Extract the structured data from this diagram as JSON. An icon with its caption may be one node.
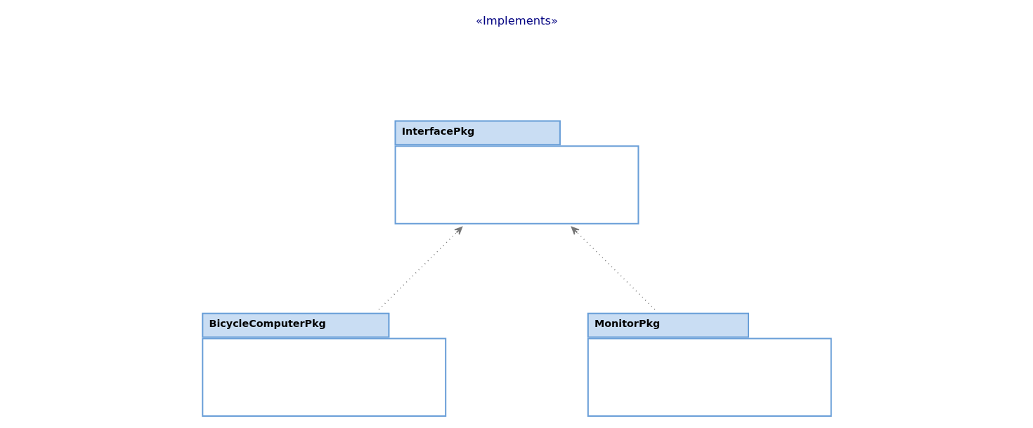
{
  "diagram": {
    "nodes": [
      {
        "text": [
          "InterfacePkg"
        ]
      },
      {
        "text": [
          "BicycleComputerPkg"
        ]
      },
      {
        "text": [
          "MonitorPkg"
        ]
      }
    ],
    "edges": [
      {
        "from": 1,
        "to": 0,
        "arrow": "to",
        "style": "dashed"
      },
      {
        "from": 2,
        "to": 0,
        "arrow": "to",
        "style": "dashed"
      }
    ],
    "labels": [
      "«Implements»"
    ]
  }
}
